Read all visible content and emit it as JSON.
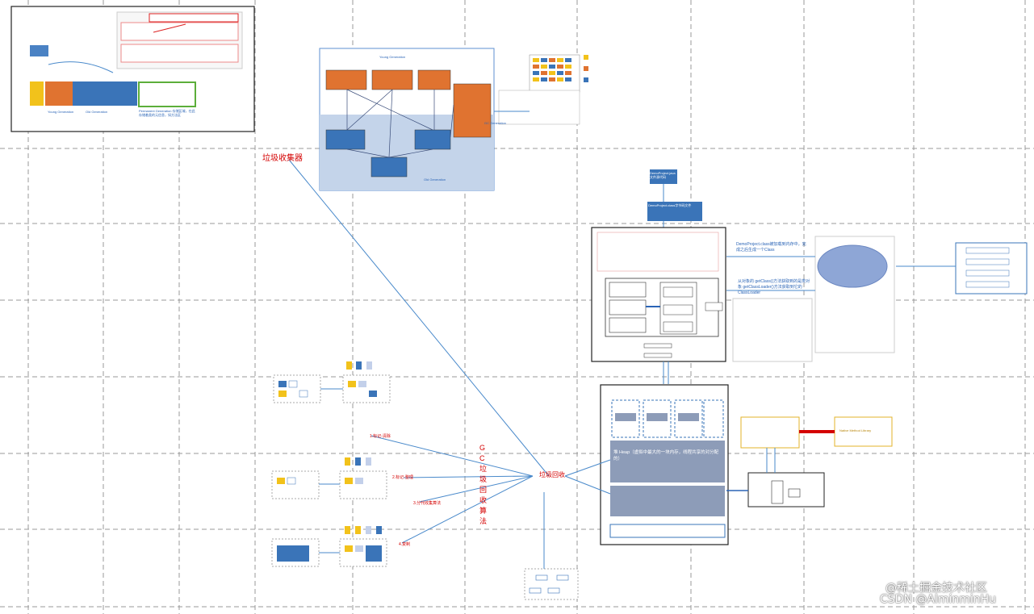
{
  "labels": {
    "gc_collector": "垃圾收集器",
    "gc_algorithm": "GC 垃 圾 回 收 算 法",
    "gc_recycle": "垃圾回收",
    "young_generation": "Young Generation",
    "gc_generation": "GC Generation",
    "old_generation": "Old Generation",
    "native_library": "Native Method Library",
    "algo_1": "1.标记-清除",
    "algo_2": "2.标记-整理",
    "algo_3": "3.分代收集算法",
    "algo_4": "4.复制",
    "heap_title": "堆 Heap（虚拟中最大的一块内存，线程共享的对分配的）",
    "middle_note_1": "DemoProject.java文件源代码",
    "middle_note_2": "DemoProject.class字节码文件",
    "classloader_note": "DemoProject.class被加载到内存中，完成之后生成一个Class",
    "getclass_note": "从对象的 getClass()方法获取到的是类对象 getClassLoader()方法获取到它的ClassLoader",
    "permanent_note": "Permanent Generation 存储区域，在此存储着类的元信息，如方法区"
  },
  "watermark": {
    "line1": "@稀土掘金技术社区",
    "line2": "CSDN @AlminminHu"
  },
  "colors": {
    "grid": "#9a9a9a",
    "blue_box": "#3a74b8",
    "orange_box": "#e07330",
    "yellow": "#f5c21b",
    "line": "#4a8acb",
    "red": "#d40000",
    "heap_gray": "#8d9cb8"
  }
}
